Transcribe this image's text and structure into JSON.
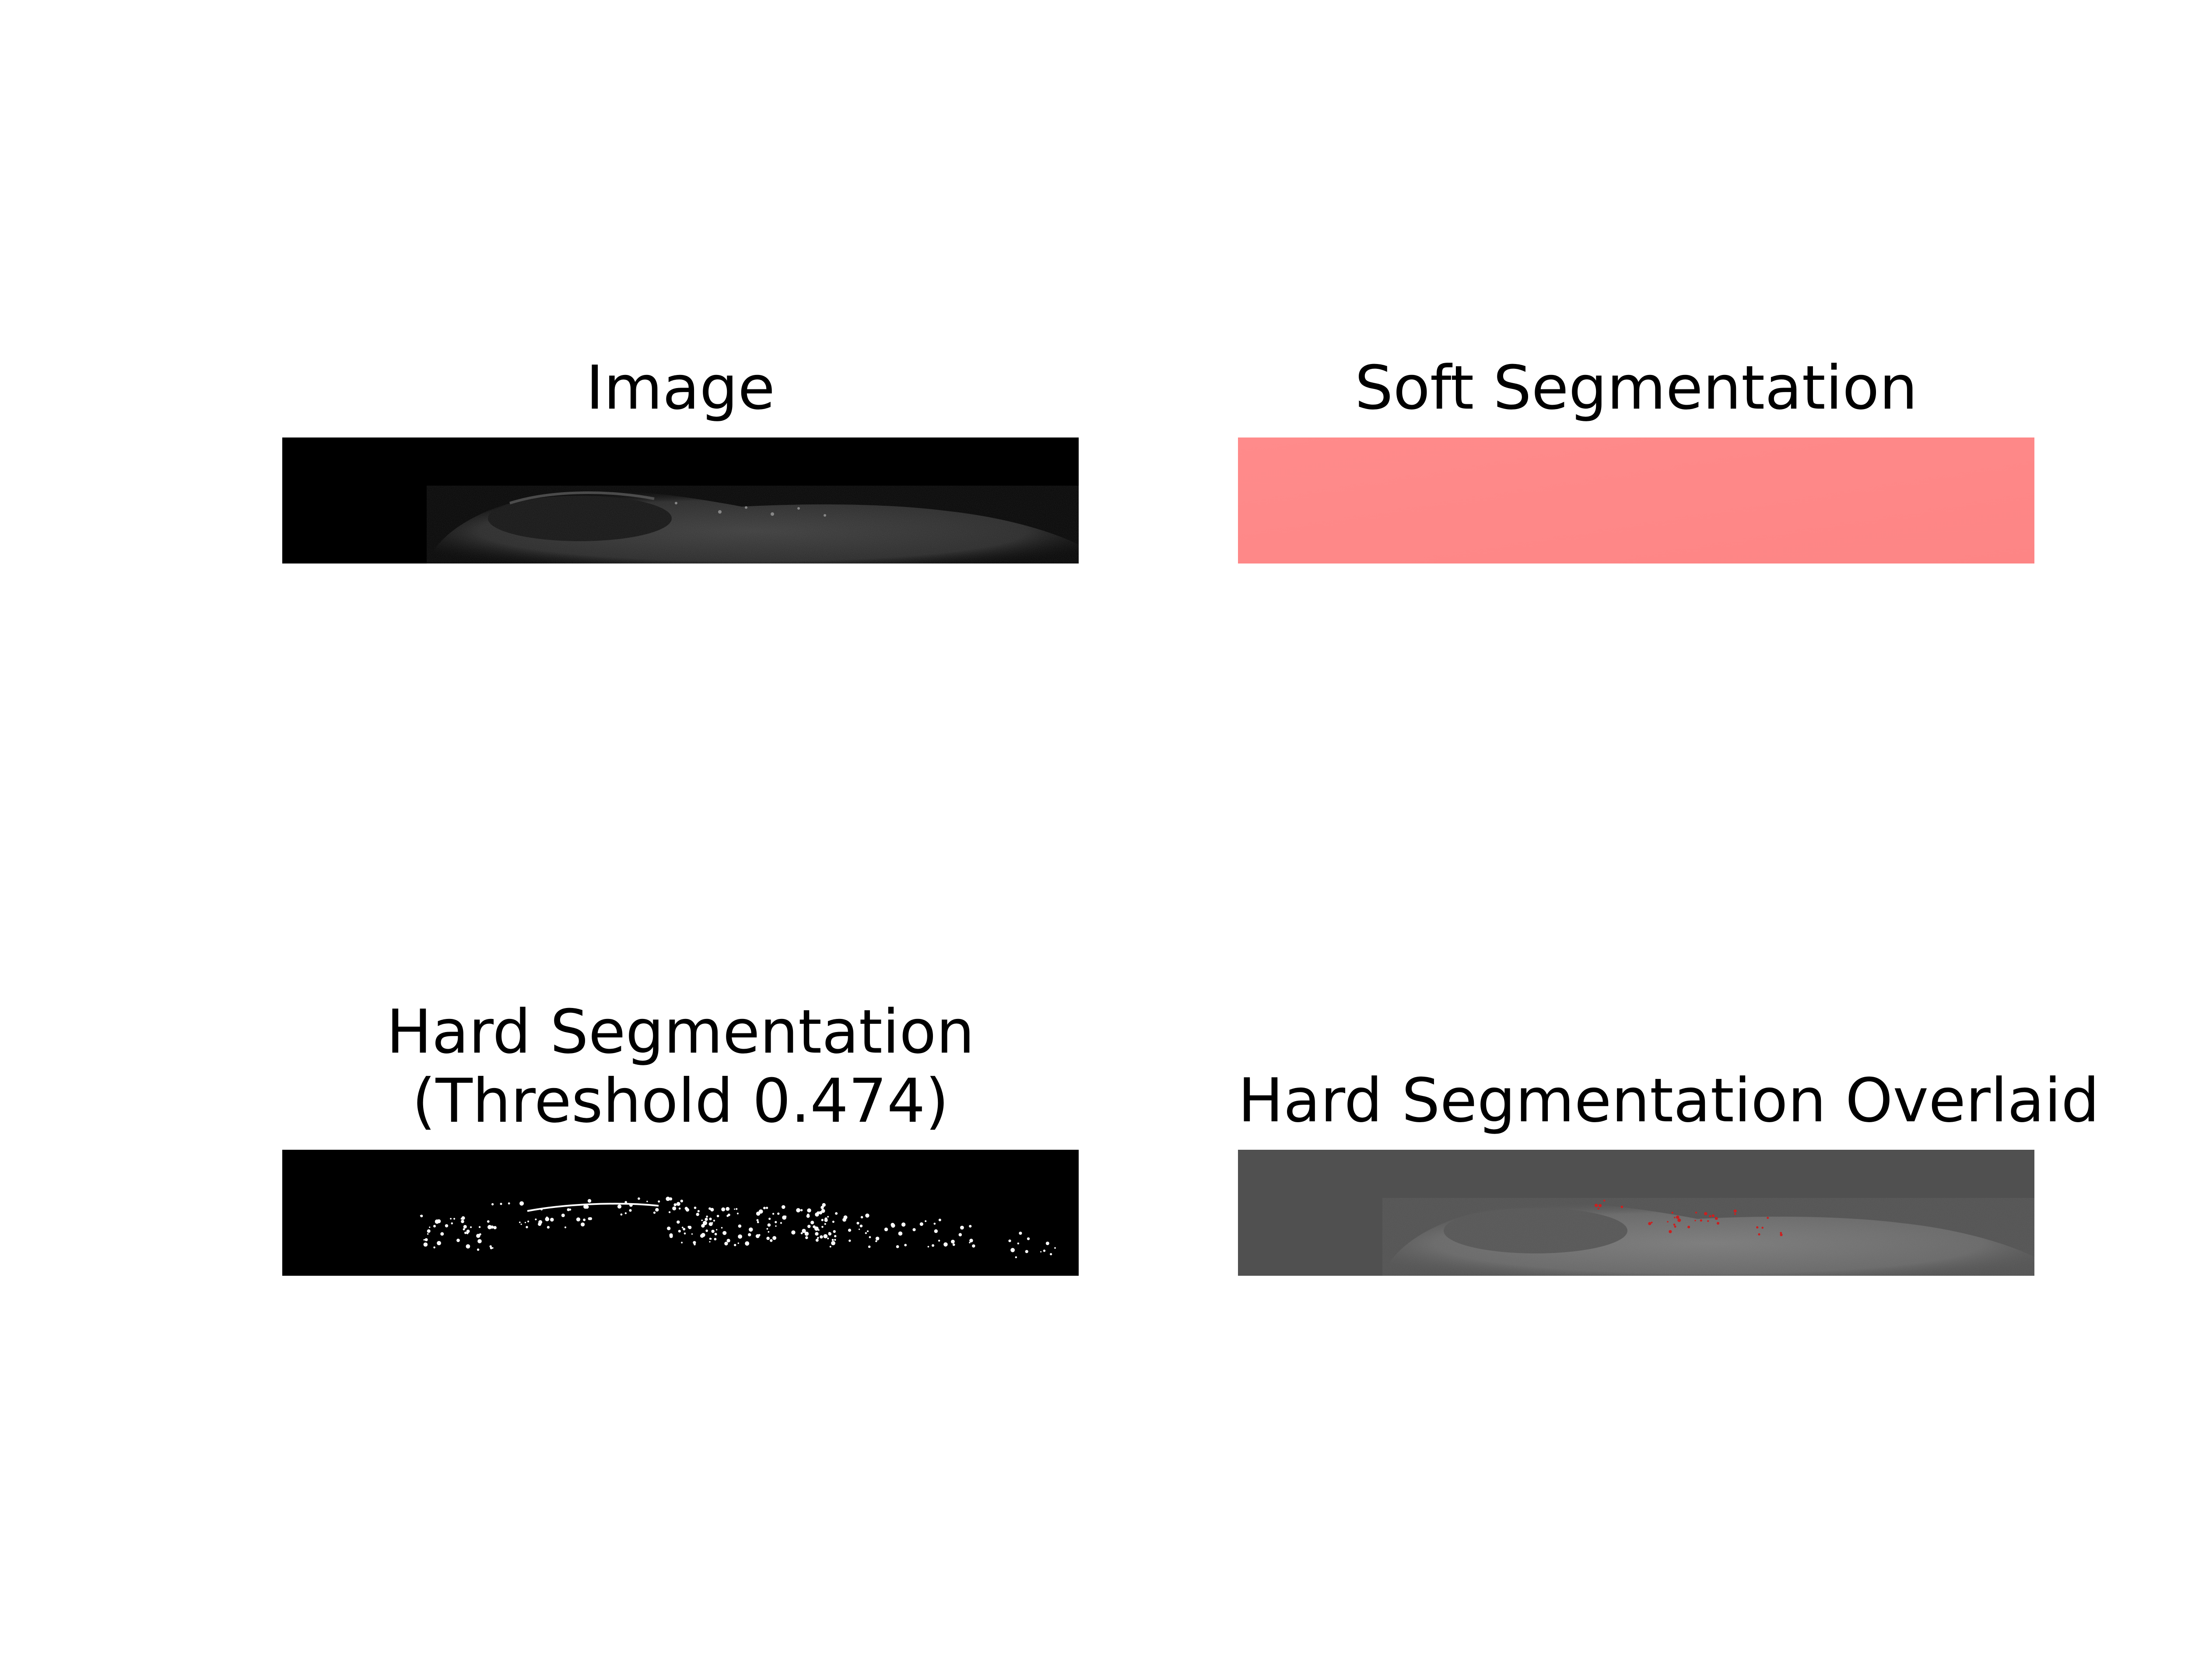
{
  "figure": {
    "panels": [
      {
        "title": "Image"
      },
      {
        "title": "Soft Segmentation"
      },
      {
        "title": "Hard Segmentation\n(Threshold 0.474)"
      },
      {
        "title": "Hard Segmentation Overlaid"
      }
    ]
  },
  "colors": {
    "background": "#ffffff",
    "soft_segmentation_fill": "#ff8a8a",
    "overlay_gray": "#505050",
    "overlay_mark": "#cc1f1f"
  }
}
